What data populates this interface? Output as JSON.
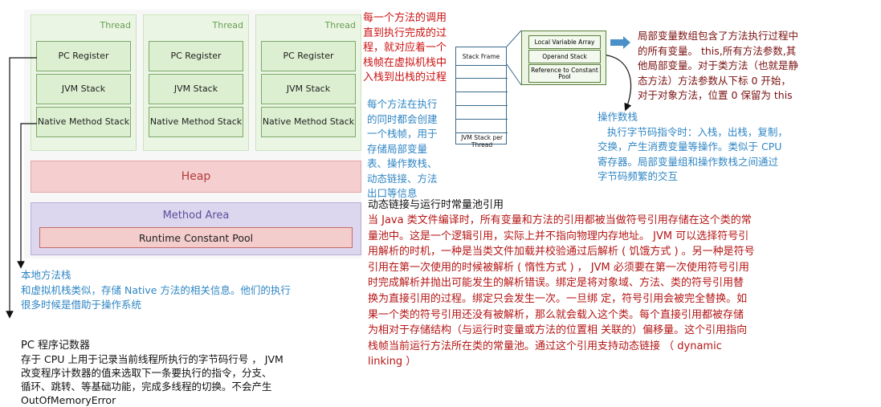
{
  "threads": [
    {
      "label": "Thread",
      "cells": [
        "PC Register",
        "JVM Stack",
        "Native Method Stack"
      ]
    },
    {
      "label": "Thread",
      "cells": [
        "PC Register",
        "JVM Stack",
        "Native Method Stack"
      ]
    },
    {
      "label": "Thread",
      "cells": [
        "PC Register",
        "JVM Stack",
        "Native Method Stack"
      ]
    }
  ],
  "heap": "Heap",
  "method_area": "Method Area",
  "runtime_constant_pool": "Runtime Constant Pool",
  "stack_diagram": {
    "stack_frame": "Stack Frame",
    "caption": "JVM Stack per Thread",
    "frame_parts": [
      "Local Variable Array",
      "Operand Stack",
      "Reference to Constant Pool"
    ]
  },
  "notes": {
    "method_call_lines": [
      "每一个方法的调用",
      "直到执行完成的过",
      "程，就对应着一个",
      "栈帧在虚拟机栈中",
      "入栈到出栈的过程"
    ],
    "frame_create_lines": [
      "每个方法在执行",
      "的同时都会创建",
      "一个栈帧，用于",
      "存储局部变量",
      "表、操作数栈、",
      "动态链接、方法",
      "出口等信息"
    ],
    "local_var_lines": [
      "局部变量数组包含了方法执行过程中",
      "的所有变量。 this,所有方法参数,其",
      "他局部变量。对于类方法（也就是静",
      "态方法）方法参数从下标  0  开始，",
      "对于对象方法，位置 0 保留为  this"
    ],
    "operand_title": "操作数栈",
    "operand_lines": [
      "   执行字节码指令时：入栈，出栈，复制，",
      "交换，产生消费变量等操作。类似于 CPU",
      "寄存器。局部变量组和操作数栈之间通过",
      "字节码频繁的交互"
    ],
    "native_title": "本地方法栈",
    "native_lines": [
      "和虚拟机栈类似，存储 Native 方法的相关信息。他们的执行",
      "很多时候是借助于操作系统"
    ],
    "pc_title": "PC 程序记数器",
    "pc_lines": [
      "存于 CPU 上用于记录当前线程所执行的字节码行号 ，  JVM",
      "改变程序计数器的值来选取下一条要执行的指令，分支、",
      "循环、跳转、等基础功能，完成多线程的切换。不会产生",
      "OutOfMemoryError"
    ],
    "dynamic_title": "动态链接与运行时常量池引用",
    "dynamic_lines": [
      "当 Java 类文件编译时，所有变量和方法的引用都被当做符号引用存储在这个类的常",
      "量池中。这是一个逻辑引用，实际上并不指向物理内存地址。 JVM 可以选择符号引",
      "用解析的时机，一种是当类文件加载并校验通过后解析 ( 饥饿方式 ) 。另一种是符号",
      "引用在第一次使用的时候被解析 ( 惰性方式 ) ， JVM 必须要在第一次使用符号引用",
      "时完成解析并抛出可能发生的解析错误。绑定是将对象域、方法、类的符号引用替",
      "换为直接引用的过程。绑定只会发生一次。一旦绑 定，符号引用会被完全替换。如",
      "果一个类的符号引用还没有被解析，那么就会载入这个类。每个直接引用都被存储",
      "为相对于存储结构（与运行时变量或方法的位置相 关联的）偏移量。这个引用指向",
      "栈帧当前运行方法所在类的常量池。通过这个引用支持动态链接 （ dynamic",
      "linking ）"
    ]
  }
}
